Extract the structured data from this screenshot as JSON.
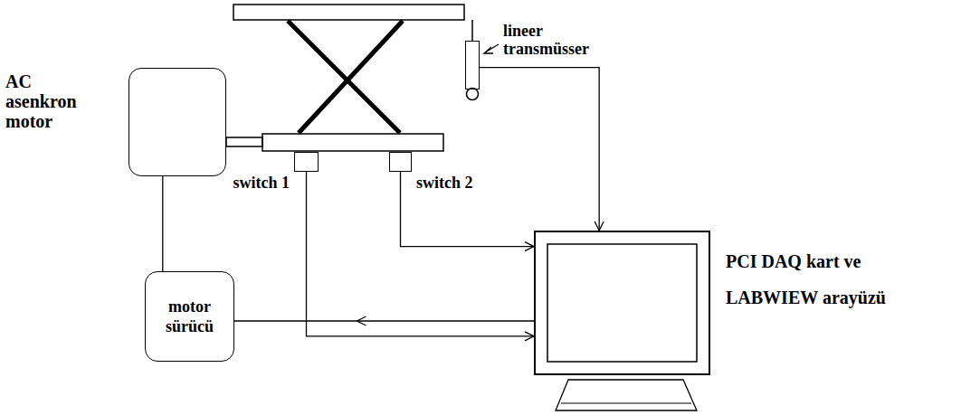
{
  "diagram": {
    "nodes": [
      {
        "text": [
          "AC asenkron motor"
        ]
      },
      {
        "text": [
          "switch 1"
        ]
      },
      {
        "text": [
          "switch 2"
        ]
      },
      {
        "text": [
          "lineer transmüsser"
        ]
      },
      {
        "text": [
          "motor sürücü"
        ]
      },
      {
        "text": [
          "PCI DAQ kart ve LABWIEW arayüzü"
        ]
      }
    ],
    "edges": [
      {
        "from": 0,
        "to": 4,
        "arrow": "none"
      },
      {
        "from": 1,
        "to": 5,
        "arrow": "to"
      },
      {
        "from": 2,
        "to": 5,
        "arrow": "to"
      },
      {
        "from": 3,
        "to": 5,
        "arrow": "to"
      },
      {
        "from": 5,
        "to": 4,
        "arrow": "to"
      }
    ]
  }
}
